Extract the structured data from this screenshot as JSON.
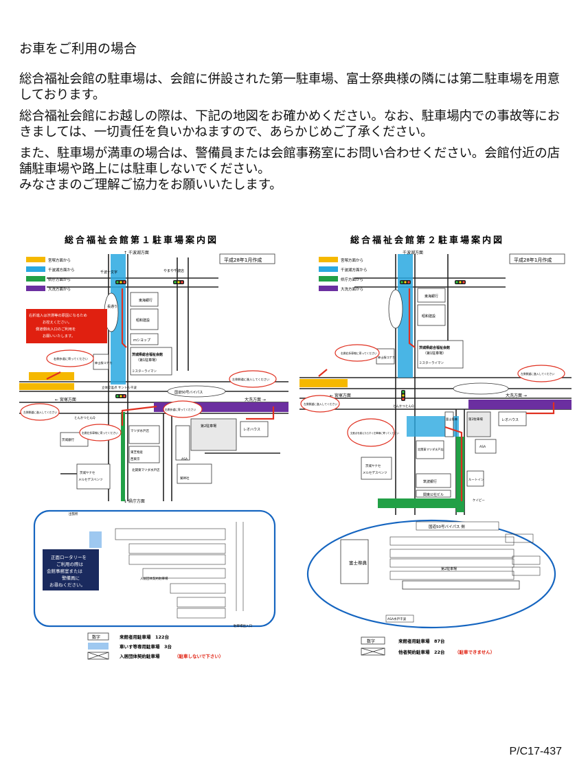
{
  "heading": "お車をご利用の場合",
  "paragraphs": [
    "総合福祉会館の駐車場は、会館に併設された第一駐車場、富士祭典様の隣には第二駐車場を用意しております。",
    "総合福祉会館にお越しの際は、下記の地図をお確かめください。なお、駐車場内での事故等におきましては、一切責任を負いかねますので、あらかじめご了承ください。",
    "また、駐車場が満車の場合は、警備員または会館事務室にお問い合わせください。会館付近の店舗駐車場や路上には駐車しないでください。",
    "みなさまのご理解ご協力をお願いいたします。"
  ],
  "colors": {
    "from_mito_station": "#f5b800",
    "from_senba_lake": "#29a8e0",
    "from_prefecture_office": "#22a046",
    "from_oarai": "#6b2fa0",
    "arrow_red": "#e03020",
    "note_red": "#e02010",
    "road": "#222222",
    "blue_sign": "#1565c0",
    "wheelchair": "#9ec8f0"
  },
  "map1": {
    "title": "総合福祉会館第１駐車場案内図",
    "date": "平成28年1月作成",
    "legend": [
      "宮塚方面から",
      "千波湖方面から",
      "県庁方面から",
      "大洗方面から"
    ],
    "top_direction": "↑ 千波湖方面",
    "bottom_direction": "↓ 県庁方面",
    "left_direction": "← 宮塚方面",
    "right_direction": "大洗方面 →",
    "warning_box": [
      "右折進入は渋滞等の原因になるため",
      "お控えください。",
      "側道側出入口のご利用を",
      "お願いいたします。"
    ],
    "building": [
      "茨城県総合福祉会館",
      "（第1駐車場）"
    ],
    "callouts": [
      "右側歩道に寄ってください",
      "左側側道に進入してください",
      "左側側道に進入してください",
      "右側歩道に寄ってください",
      "右側左折車線に寄ってください"
    ],
    "labels": [
      "東海銀行",
      "昭和建設",
      "ｍシヨップ",
      "紳士服コナカ",
      "ミスターライマン",
      "とんかつとんQ",
      "茨城銀行",
      "マツダ水戸店",
      "東芝物産",
      "西東京",
      "レオハウス",
      "第2駐車場",
      "ASA",
      "鷲神社",
      "北関東マツダ水戸店",
      "茨城ヤナセ",
      "メルセデスベンツ"
    ],
    "road_signs": [
      "長通り",
      "国道50号バイパス",
      "立体交差点 サントル千波",
      "千波十文字",
      "やまや千波店"
    ],
    "info_box": [
      "正面ロータリーを",
      "ご利用の際は",
      "会館事務室または",
      "警備員に",
      "お尋ねください。"
    ],
    "lot_labels": [
      "出張所",
      "入居団体契約駐車場",
      "駐車場出入口"
    ],
    "key": [
      {
        "symbol": "数字",
        "text": "来館者用駐車場　122台"
      },
      {
        "symbol": "",
        "text": "車いす等専用駐車場　3台"
      },
      {
        "symbol": "",
        "text": "入居団体契約駐車場",
        "note": "（駐車しないで下さい）"
      }
    ]
  },
  "map2": {
    "title": "総合福祉会館第２駐車場案内図",
    "date": "平成28年1月作成",
    "legend": [
      "宮塚方面から",
      "千波湖方面から",
      "県庁方面から",
      "大洗方面から"
    ],
    "top_direction": "千波湖方面",
    "left_direction": "← 宮塚方面",
    "right_direction": "大洗方面 →",
    "building": [
      "茨城県総合福祉会館",
      "（第1駐車場）"
    ],
    "callouts": [
      "右側右折車線に寄ってください",
      "左側側道に進入してください",
      "左側側道に進入してください",
      "交差点を越えたらすぐ左車線に寄ってください"
    ],
    "labels": [
      "東海銀行",
      "昭和建設",
      "紳士服コナカ",
      "ミスターライマン",
      "富士祭典",
      "レオハウス",
      "第2駐車場",
      "北関東マツダ水戸店",
      "茨城ヤナセ",
      "メルセデスベンツ",
      "筑波銀行",
      "関東公社ビル",
      "ルートイン",
      "ASA",
      "とんかつとんQ",
      "茨城銀行",
      "ケイビー"
    ],
    "lot_labels": [
      "国道50号バイパス 側",
      "富士祭典",
      "第2駐車場",
      "ASA水戸千波"
    ],
    "key": [
      {
        "symbol": "数字",
        "text": "来館者用駐車場　87台"
      },
      {
        "symbol": "",
        "text": "他者契約駐車場　22台",
        "note": "（駐車できません）"
      }
    ]
  },
  "footer": "P/C17-437"
}
